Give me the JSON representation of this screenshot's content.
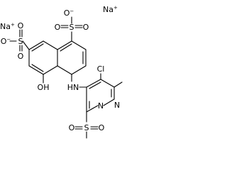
{
  "molecule": {
    "counter_ions": {
      "top_right": {
        "symbol": "Na",
        "charge": "+"
      },
      "left": {
        "symbol": "Na",
        "charge": "+"
      }
    },
    "atoms": {
      "o_minus_top": {
        "symbol": "O",
        "charge": "−"
      },
      "s_top": "S",
      "o_top_left": "O",
      "o_top_right": "O",
      "o_minus_left": {
        "symbol": "O",
        "charge": "−"
      },
      "s_left": "S",
      "o_left_top": "O",
      "o_left_bottom": "O",
      "oh": "OH",
      "hn": "HN",
      "cl": "Cl",
      "n_ring_right": "N",
      "n_ring_left": "N",
      "s_bottom": "S",
      "o_bottom_left": "O",
      "o_bottom_right": "O"
    }
  }
}
